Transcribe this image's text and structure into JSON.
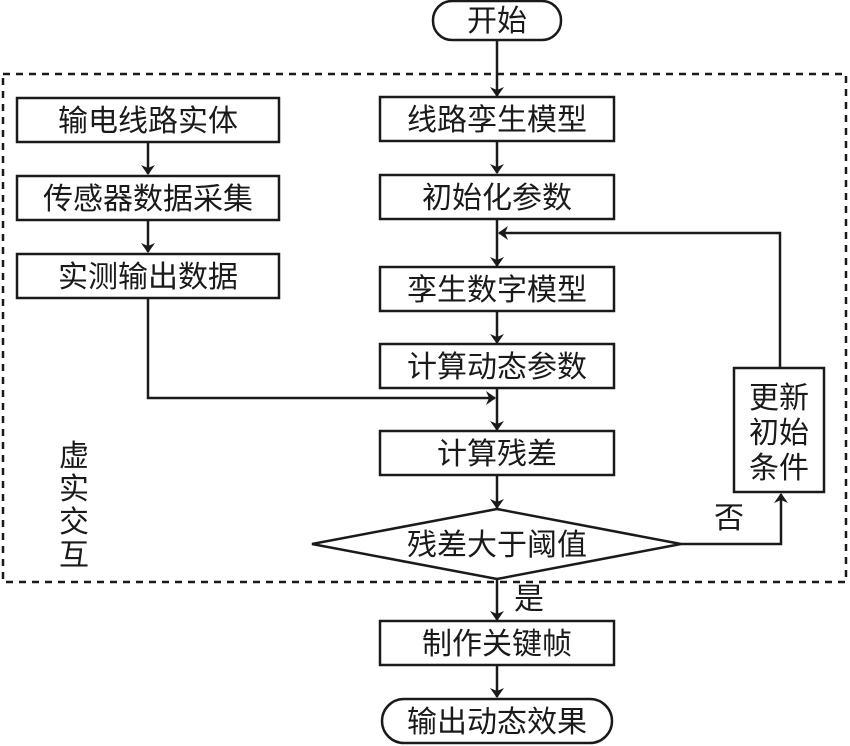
{
  "diagram": {
    "type": "flowchart",
    "group_label": "虚实交互",
    "group_label_chars": [
      "虚",
      "实",
      "交",
      "互"
    ],
    "nodes": {
      "start": "开始",
      "line_entity": "输电线路实体",
      "sensor_collect": "传感器数据采集",
      "measured_output": "实测输出数据",
      "twin_model": "线路孪生模型",
      "init_params": "初始化参数",
      "digital_twin": "孪生数字模型",
      "calc_dynamic": "计算动态参数",
      "calc_residual": "计算残差",
      "decision": "残差大于阈值",
      "update_cond_lines": [
        "更新",
        "初始",
        "条件"
      ],
      "keyframe": "制作关键帧",
      "end": "输出动态效果"
    },
    "edge_labels": {
      "yes": "是",
      "no": "否"
    },
    "edges": [
      [
        "start",
        "twin_model"
      ],
      [
        "line_entity",
        "sensor_collect"
      ],
      [
        "sensor_collect",
        "measured_output"
      ],
      [
        "twin_model",
        "init_params"
      ],
      [
        "init_params",
        "digital_twin"
      ],
      [
        "digital_twin",
        "calc_dynamic"
      ],
      [
        "calc_dynamic",
        "calc_residual"
      ],
      [
        "measured_output",
        "calc_residual"
      ],
      [
        "calc_residual",
        "decision"
      ],
      [
        "decision",
        "keyframe",
        "yes"
      ],
      [
        "decision",
        "update_cond",
        "no"
      ],
      [
        "update_cond",
        "digital_twin"
      ],
      [
        "keyframe",
        "end"
      ]
    ]
  }
}
